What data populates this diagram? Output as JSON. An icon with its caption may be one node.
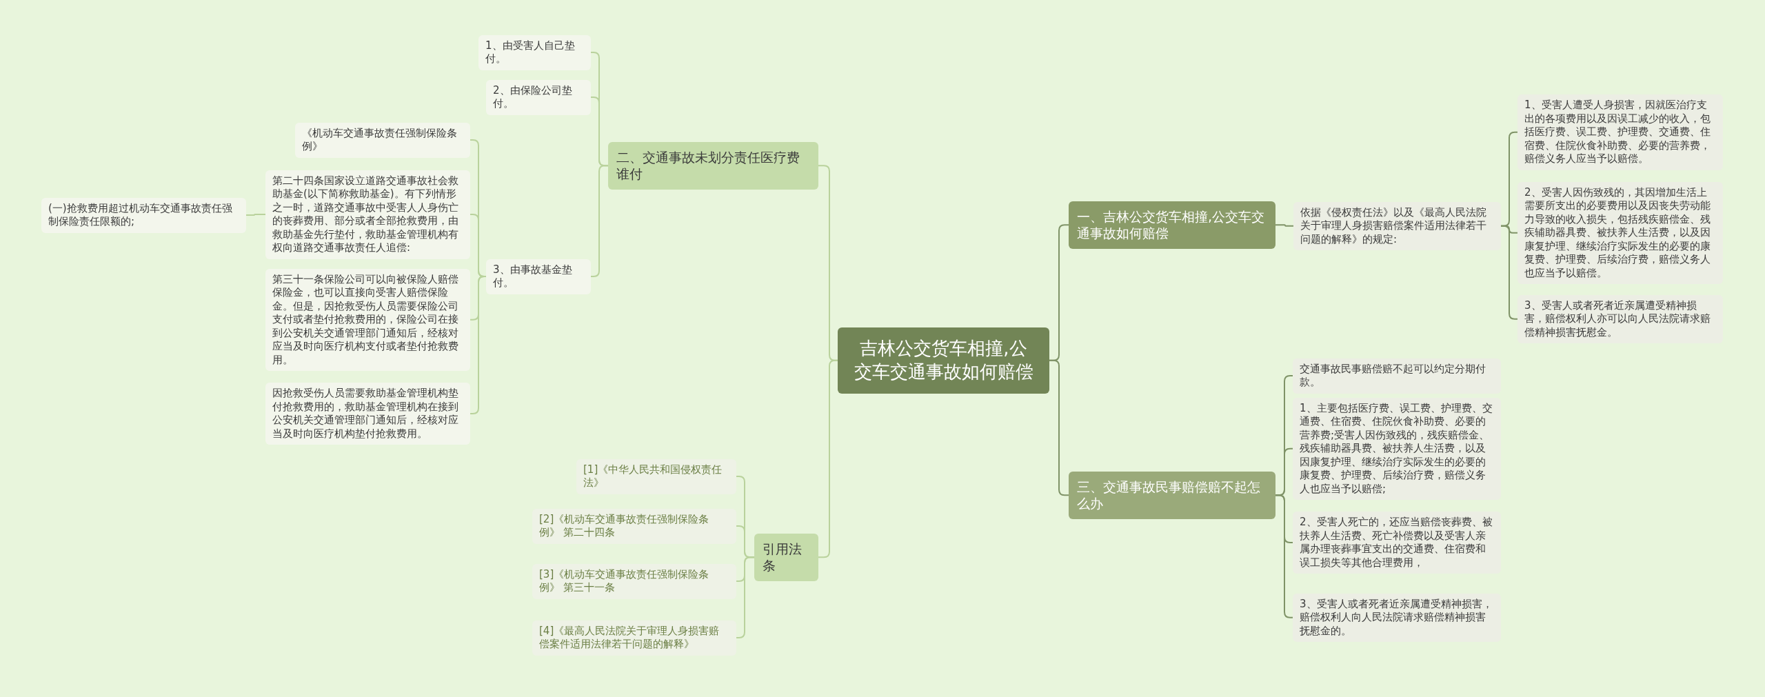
{
  "diagram": {
    "nodes": [
      {
        "text": [
          "吉林公交货车相撞,公交车交通事故如何赔偿"
        ]
      },
      {
        "text": [
          "一、吉林公交货车相撞,公交车交通事故如何赔偿"
        ]
      },
      {
        "text": [
          "依据《侵权责任法》以及《最高人民法院关于审理人身损害赔偿案件适用法律若干问题的解释》的规定:"
        ]
      },
      {
        "text": [
          "1、受害人遭受人身损害，因就医治疗支出的各项费用以及因误工减少的收入，包括医疗费、误工费、护理费、交通费、住宿费、住院伙食补助费、必要的营养费，赔偿义务人应当予以赔偿。"
        ]
      },
      {
        "text": [
          "2、受害人因伤致残的，其因增加生活上需要所支出的必要费用以及因丧失劳动能力导致的收入损失，包括残疾赔偿金、残疾辅助器具费、被扶养人生活费，以及因康复护理、继续治疗实际发生的必要的康复费、护理费、后续治疗费，赔偿义务人也应当予以赔偿。"
        ]
      },
      {
        "text": [
          "3、受害人或者死者近亲属遭受精神损害，赔偿权利人亦可以向人民法院请求赔偿精神损害抚慰金。"
        ]
      },
      {
        "text": [
          "三、交通事故民事赔偿赔不起怎么办"
        ]
      },
      {
        "text": [
          "交通事故民事赔偿赔不起可以约定分期付款。"
        ]
      },
      {
        "text": [
          "1、主要包括医疗费、误工费、护理费、交通费、住宿费、住院伙食补助费、必要的营养费;受害人因伤致残的，残疾赔偿金、残疾辅助器具费、被扶养人生活费，以及因康复护理、继续治疗实际发生的必要的康复费、护理费、后续治疗费，赔偿义务人也应当予以赔偿;"
        ]
      },
      {
        "text": [
          "2、受害人死亡的，还应当赔偿丧葬费、被扶养人生活费、死亡补偿费以及受害人亲属办理丧葬事宜支出的交通费、住宿费和误工损失等其他合理费用，"
        ]
      },
      {
        "text": [
          "3、受害人或者死者近亲属遭受精神损害，赔偿权利人向人民法院请求赔偿精神损害抚慰金的。"
        ]
      },
      {
        "text": [
          "二、交通事故未划分责任医疗费谁付"
        ]
      },
      {
        "text": [
          "1、由受害人自己垫付。"
        ]
      },
      {
        "text": [
          "2、由保险公司垫付。"
        ]
      },
      {
        "text": [
          "3、由事故基金垫付。"
        ]
      },
      {
        "text": [
          "《机动车交通事故责任强制保险条例》"
        ]
      },
      {
        "text": [
          "第二十四条国家设立道路交通事故社会救助基金(以下简称救助基金)。有下列情形之一时，道路交通事故中受害人人身伤亡的丧葬费用、部分或者全部抢救费用，由救助基金先行垫付，救助基金管理机构有权向道路交通事故责任人追偿:"
        ]
      },
      {
        "text": [
          "(一)抢救费用超过机动车交通事故责任强制保险责任限额的;"
        ]
      },
      {
        "text": [
          "第三十一条保险公司可以向被保险人赔偿保险金，也可以直接向受害人赔偿保险金。但是，因抢救受伤人员需要保险公司支付或者垫付抢救费用的，保险公司在接到公安机关交通管理部门通知后，经核对应当及时向医疗机构支付或者垫付抢救费用。"
        ]
      },
      {
        "text": [
          "因抢救受伤人员需要救助基金管理机构垫付抢救费用的，救助基金管理机构在接到公安机关交通管理部门通知后，经核对应当及时向医疗机构垫付抢救费用。"
        ]
      },
      {
        "text": [
          "引用法条"
        ]
      },
      {
        "text": [
          "[1]《中华人民共和国侵权责任法》"
        ]
      },
      {
        "text": [
          "[2]《机动车交通事故责任强制保险条例》 第二十四条"
        ]
      },
      {
        "text": [
          "[3]《机动车交通事故责任强制保险条例》 第三十一条"
        ]
      },
      {
        "text": [
          "[4]《最高人民法院关于审理人身损害赔偿案件适用法律若干问题的解释》"
        ]
      }
    ],
    "edges": [
      {
        "from": 0,
        "to": 1,
        "arrow": "none"
      },
      {
        "from": 1,
        "to": 2,
        "arrow": "none"
      },
      {
        "from": 2,
        "to": 3,
        "arrow": "none"
      },
      {
        "from": 2,
        "to": 4,
        "arrow": "none"
      },
      {
        "from": 2,
        "to": 5,
        "arrow": "none"
      },
      {
        "from": 0,
        "to": 6,
        "arrow": "none"
      },
      {
        "from": 6,
        "to": 7,
        "arrow": "none"
      },
      {
        "from": 6,
        "to": 8,
        "arrow": "none"
      },
      {
        "from": 6,
        "to": 9,
        "arrow": "none"
      },
      {
        "from": 6,
        "to": 10,
        "arrow": "none"
      },
      {
        "from": 0,
        "to": 11,
        "arrow": "none"
      },
      {
        "from": 11,
        "to": 12,
        "arrow": "none"
      },
      {
        "from": 11,
        "to": 13,
        "arrow": "none"
      },
      {
        "from": 11,
        "to": 14,
        "arrow": "none"
      },
      {
        "from": 14,
        "to": 15,
        "arrow": "none"
      },
      {
        "from": 14,
        "to": 16,
        "arrow": "none"
      },
      {
        "from": 16,
        "to": 17,
        "arrow": "none"
      },
      {
        "from": 14,
        "to": 18,
        "arrow": "none"
      },
      {
        "from": 14,
        "to": 19,
        "arrow": "none"
      },
      {
        "from": 0,
        "to": 20,
        "arrow": "none"
      },
      {
        "from": 20,
        "to": 21,
        "arrow": "none"
      },
      {
        "from": 20,
        "to": 22,
        "arrow": "none"
      },
      {
        "from": 20,
        "to": 23,
        "arrow": "none"
      },
      {
        "from": 20,
        "to": 24,
        "arrow": "none"
      }
    ]
  }
}
